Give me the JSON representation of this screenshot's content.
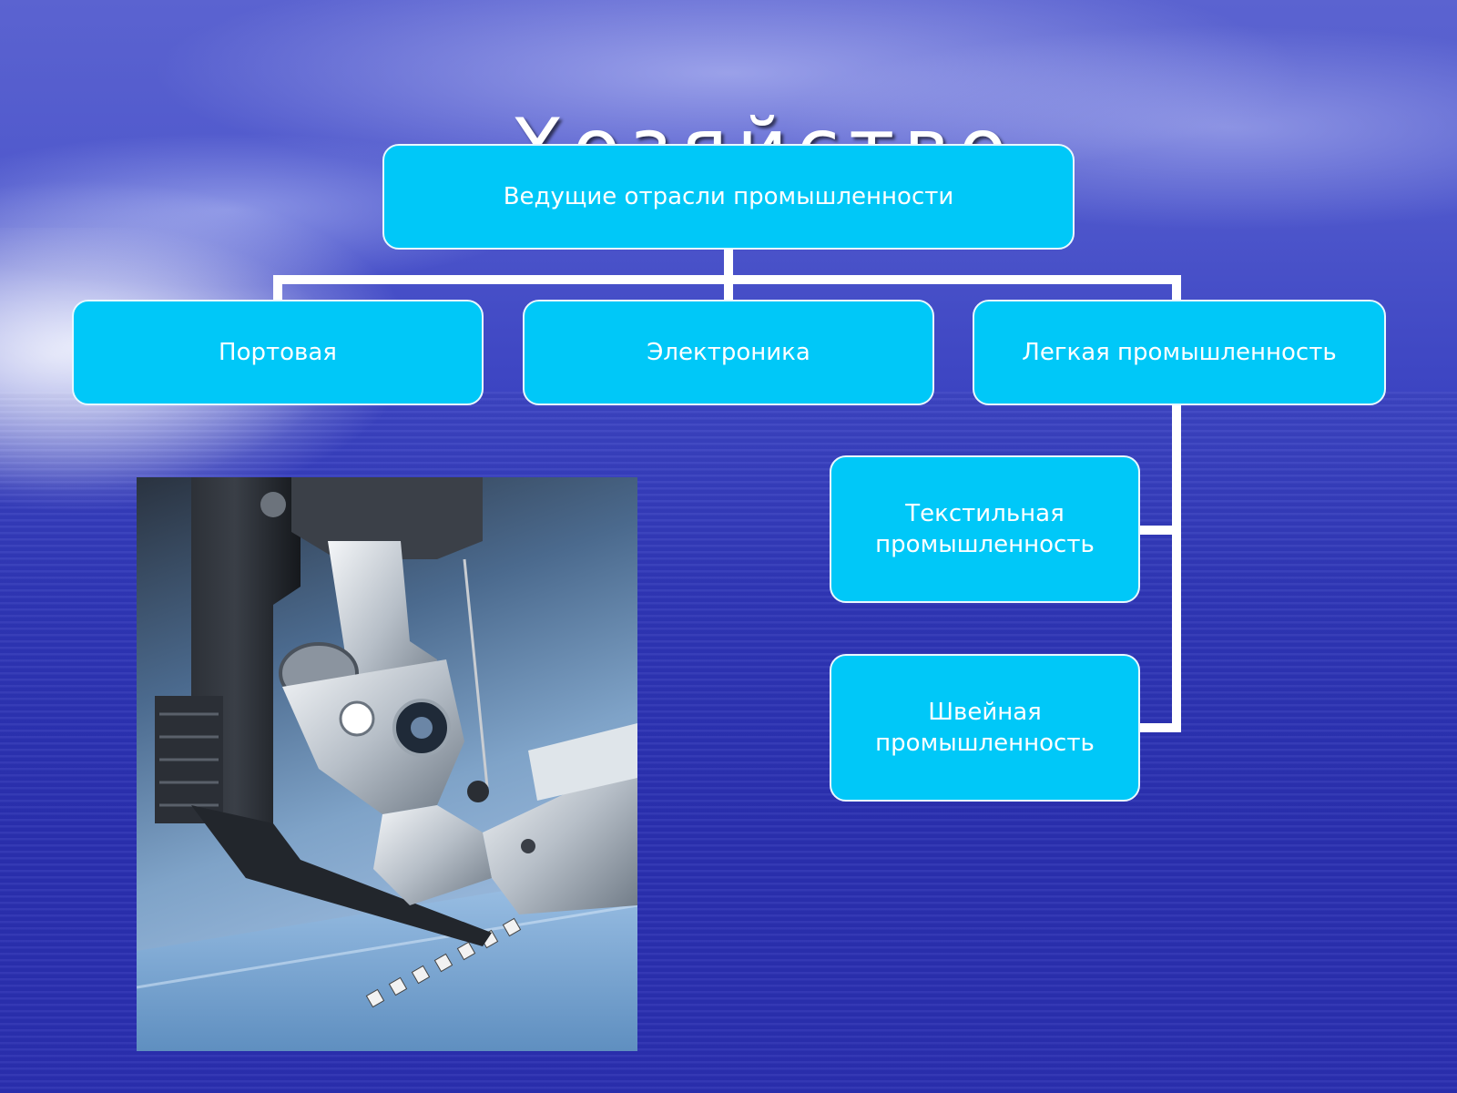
{
  "diagram": {
    "root": "Ведущие отрасли промышленности",
    "level1": [
      "Портовая",
      "Электроника",
      "Легкая промышленность"
    ],
    "level2": [
      "Текстильная промышленность",
      "Швейная промышленность"
    ]
  },
  "title_partial": "Хозяйство",
  "colors": {
    "box_fill": "#00c8f8",
    "connector": "#ffffff",
    "background": "#3c44c2"
  }
}
